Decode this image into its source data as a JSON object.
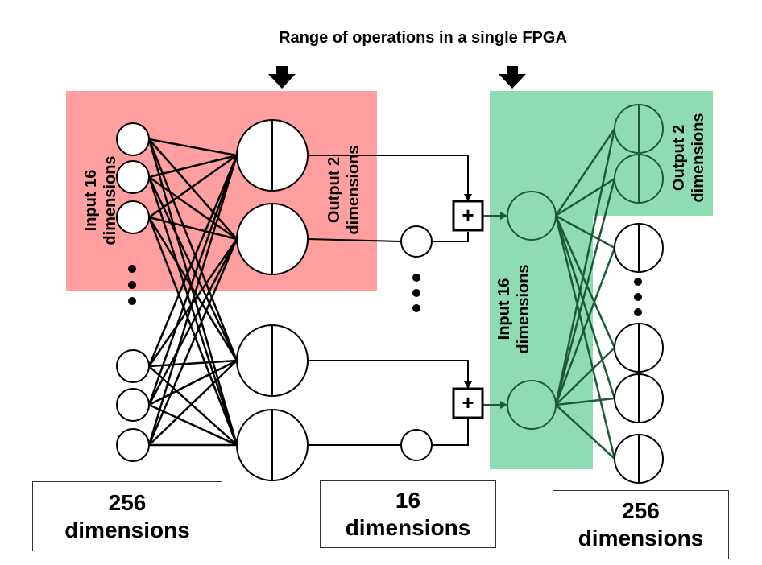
{
  "title": "Range of operations in a single FPGA",
  "labels": {
    "left_input": [
      "Input 16",
      "dimensions"
    ],
    "left_output": [
      "Output 2",
      "dimensions"
    ],
    "right_input": [
      "Input 16",
      "dimensions"
    ],
    "right_output": [
      "Output 2",
      "dimensions"
    ]
  },
  "boxes": {
    "left": [
      "256",
      "dimensions"
    ],
    "middle": [
      "16",
      "dimensions"
    ],
    "right": [
      "256",
      "dimensions"
    ]
  },
  "symbols": {
    "plus": "+"
  },
  "colors": {
    "fpga_red": "#ff9f9f",
    "fpga_green": "#8fdcb4",
    "stroke": "#000000",
    "green_stroke": "#1d5a35"
  }
}
